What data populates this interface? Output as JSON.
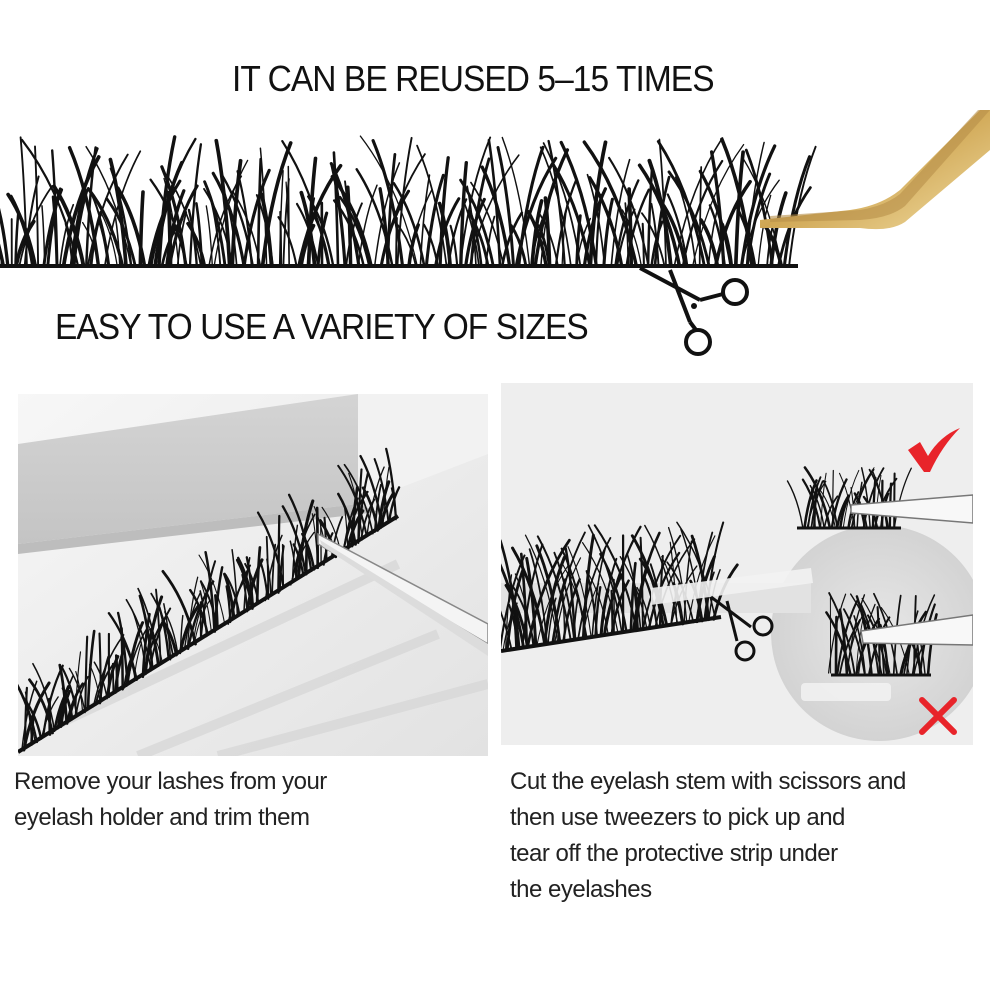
{
  "header": {
    "title": "IT CAN BE REUSED 5–15 TIMES",
    "subtitle": "EASY TO USE  A VARIETY OF SIZES"
  },
  "steps": [
    {
      "caption_lines": [
        "Remove your lashes from your",
        "eyelash holder and trim them"
      ]
    },
    {
      "caption_lines": [
        "Cut the eyelash stem with scissors and",
        "then use tweezers to pick up and",
        "tear off the protective strip under",
        "the eyelashes"
      ]
    }
  ],
  "icons": {
    "scissors": "scissors-icon",
    "tweezers": "tweezers-icon",
    "correct": "checkmark-icon",
    "wrong": "cross-icon"
  },
  "colors": {
    "check_red": "#e8242a",
    "gold": "#d9b56a",
    "lash": "#111111"
  }
}
